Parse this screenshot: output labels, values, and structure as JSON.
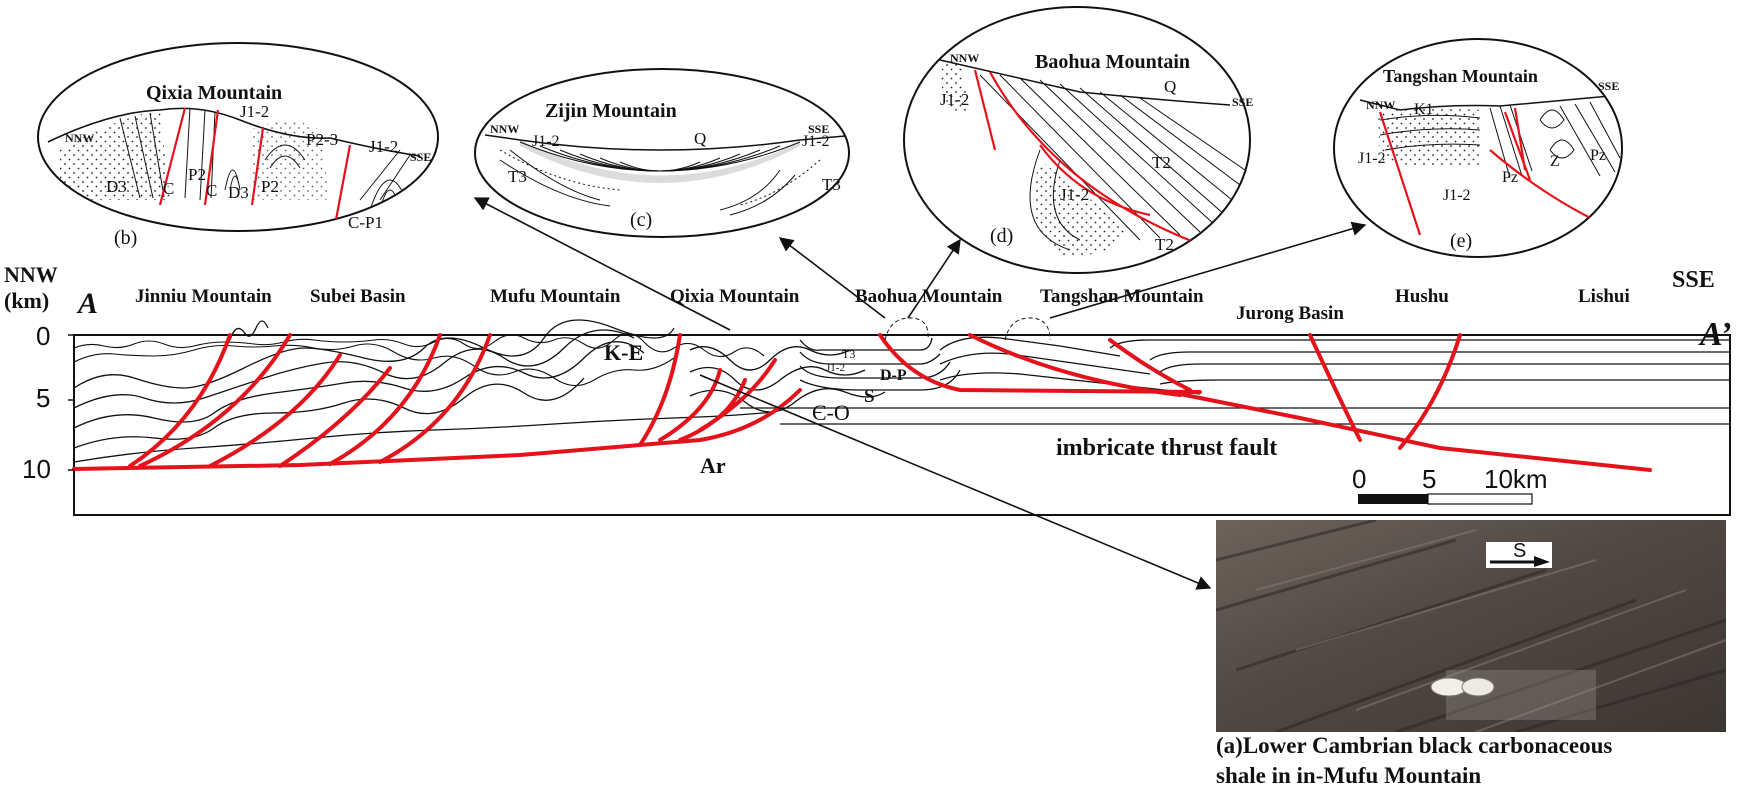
{
  "colors": {
    "fault": "#e3121b",
    "line": "#111111"
  },
  "section": {
    "left_dir": "NNW",
    "right_dir": "SSE",
    "unit_label": "(km)",
    "start_label": "A",
    "end_label": "A’",
    "depth_ticks": [
      "0",
      "5",
      "10"
    ],
    "locations": [
      "Jinniu Mountain",
      "Subei Basin",
      "Mufu Mountain",
      "Qixia Mountain",
      "Baohua Mountain",
      "Tangshan Mountain",
      "Jurong Basin",
      "Hushu",
      "Lishui"
    ],
    "units": {
      "ke": "K-E",
      "t3": "T3",
      "j": "J1-2",
      "dp": "D-P",
      "s": "S",
      "eo": "Є-O",
      "ar": "Ar"
    },
    "fault_label": "imbricate thrust fault",
    "scale": {
      "zero": "0",
      "five": "5",
      "ten": "10km"
    }
  },
  "insets": {
    "b": {
      "label": "(b)",
      "title": "Qixia Mountain",
      "nnw": "NNW",
      "sse": "SSE",
      "units": [
        "D3",
        "C",
        "P2",
        "C",
        "D3",
        "J1-2",
        "P2",
        "P2-3",
        "J1-2",
        "C-P1"
      ]
    },
    "c": {
      "label": "(c)",
      "title": "Zijin Mountain",
      "nnw": "NNW",
      "sse": "SSE",
      "units": [
        "J1-2",
        "Q",
        "J1-2",
        "T3",
        "T3"
      ]
    },
    "d": {
      "label": "(d)",
      "title": "Baohua Mountain",
      "nnw": "NNW",
      "sse": "SSE",
      "units": [
        "J1-2",
        "Q",
        "T2",
        "J1-2",
        "T2"
      ]
    },
    "e": {
      "label": "(e)",
      "title": "Tangshan Mountain",
      "nnw": "NNW",
      "sse": "SSE",
      "units": [
        "K1",
        "J1-2",
        "J1-2",
        "Pz",
        "Z",
        "Pz"
      ]
    }
  },
  "photo": {
    "arrow_label": "S",
    "caption_line1": "(a)Lower Cambrian black carbonaceous",
    "caption_line2": "shale in in-Mufu Mountain"
  }
}
